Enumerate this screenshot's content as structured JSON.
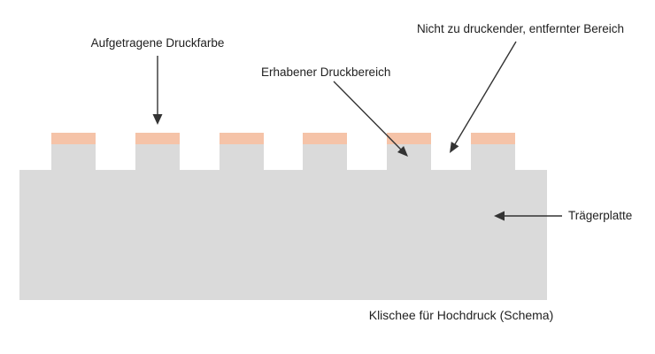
{
  "diagram": {
    "caption": "Klischee für Hochdruck (Schema)",
    "labels": {
      "ink": "Aufgetragene Druckfarbe",
      "raised_area": "Erhabener Druckbereich",
      "removed_area": "Nicht zu druckender, entfernter Bereich",
      "carrier_plate": "Trägerplatte"
    },
    "block_count": 6,
    "colors": {
      "background": "#ffffff",
      "plate": "#dadada",
      "ink": "#f5c3a8",
      "arrow": "#333333",
      "text": "#212121"
    }
  }
}
